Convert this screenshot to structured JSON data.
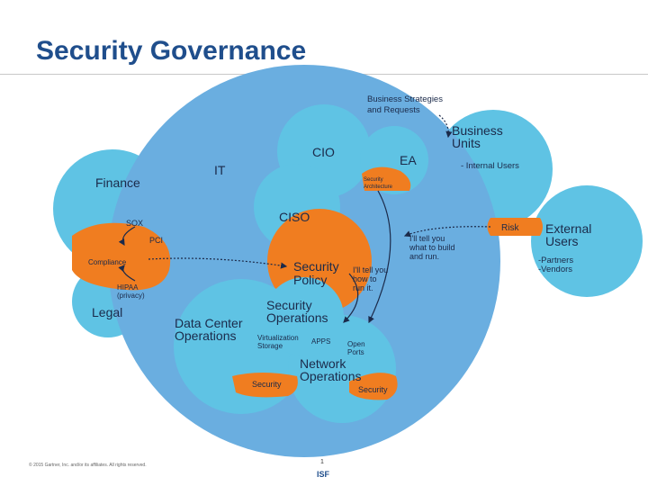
{
  "title": "Security Governance",
  "labels": {
    "business_strategies": "Business Strategies",
    "and_requests": "and Requests",
    "business": "Business",
    "units": "Units",
    "internal_users": "- Internal Users",
    "cio": "CIO",
    "ea": "EA",
    "it": "IT",
    "finance": "Finance",
    "security_arch_1": "Security",
    "security_arch_2": "Architecture",
    "ciso": "CISO",
    "risk": "Risk",
    "external": "External",
    "users": "Users",
    "partners": "-Partners",
    "vendors": "-Vendors",
    "sox": "SOX",
    "pci": "PCI",
    "compliance": "Compliance",
    "hipaa": "HIPAA",
    "privacy": "(privacy)",
    "legal": "Legal",
    "security_policy_1": "Security",
    "security_policy_2": "Policy",
    "build_1": "I'll tell you",
    "build_2": "what to build",
    "build_3": "and run.",
    "howto_1": "I'll tell you",
    "howto_2": "how to",
    "howto_3": "run it.",
    "secops_1": "Security",
    "secops_2": "Operations",
    "dc_1": "Data Center",
    "dc_2": "Operations",
    "virt_1": "Virtualization",
    "virt_2": "Storage",
    "apps": "APPS",
    "open_1": "Open",
    "open_2": "Ports",
    "net_1": "Network",
    "net_2": "Operations",
    "security_left": "Security",
    "security_right": "Security"
  },
  "colors": {
    "title": "#1f4e8c",
    "big_blue": "#6aaee0",
    "light_blue": "#5fc3e4",
    "orange": "#f07d20",
    "text_dark": "#1b2a4a",
    "text_white": "#ffffff"
  },
  "footer": {
    "copyright": "© 2015 Gartner, Inc. and/or its affiliates. All rights reserved.",
    "page_number": "1",
    "logo": "ISF"
  }
}
